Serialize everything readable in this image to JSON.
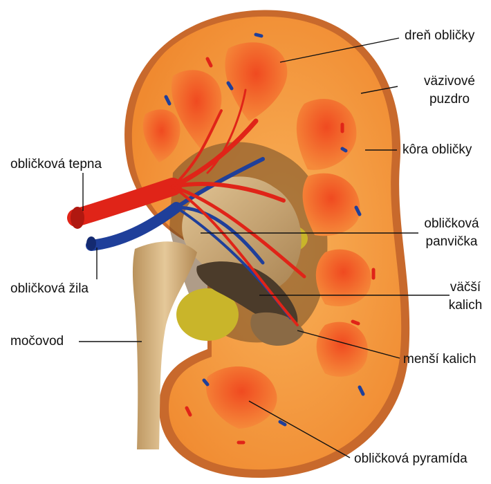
{
  "labels": {
    "dren": "dreň obličky",
    "vazivove": "väzivové",
    "puzdro": "puzdro",
    "kora": "kôra obličky",
    "tepna": "obličková tepna",
    "panvicka1": "obličková",
    "panvicka2": "panvička",
    "zila": "obličková žila",
    "vacsi": "väčší",
    "kalich": "kalich",
    "mocovod": "močovod",
    "mensi": "menší kalich",
    "pyramida": "obličková pyramída"
  },
  "colors": {
    "cortex": "#f6a24a",
    "capsule": "#c4672a",
    "pyramid": "#ee5a2a",
    "artery": "#e02418",
    "vein": "#1f3f9a",
    "pelvis": "#cba778",
    "fat": "#c9b52a"
  }
}
